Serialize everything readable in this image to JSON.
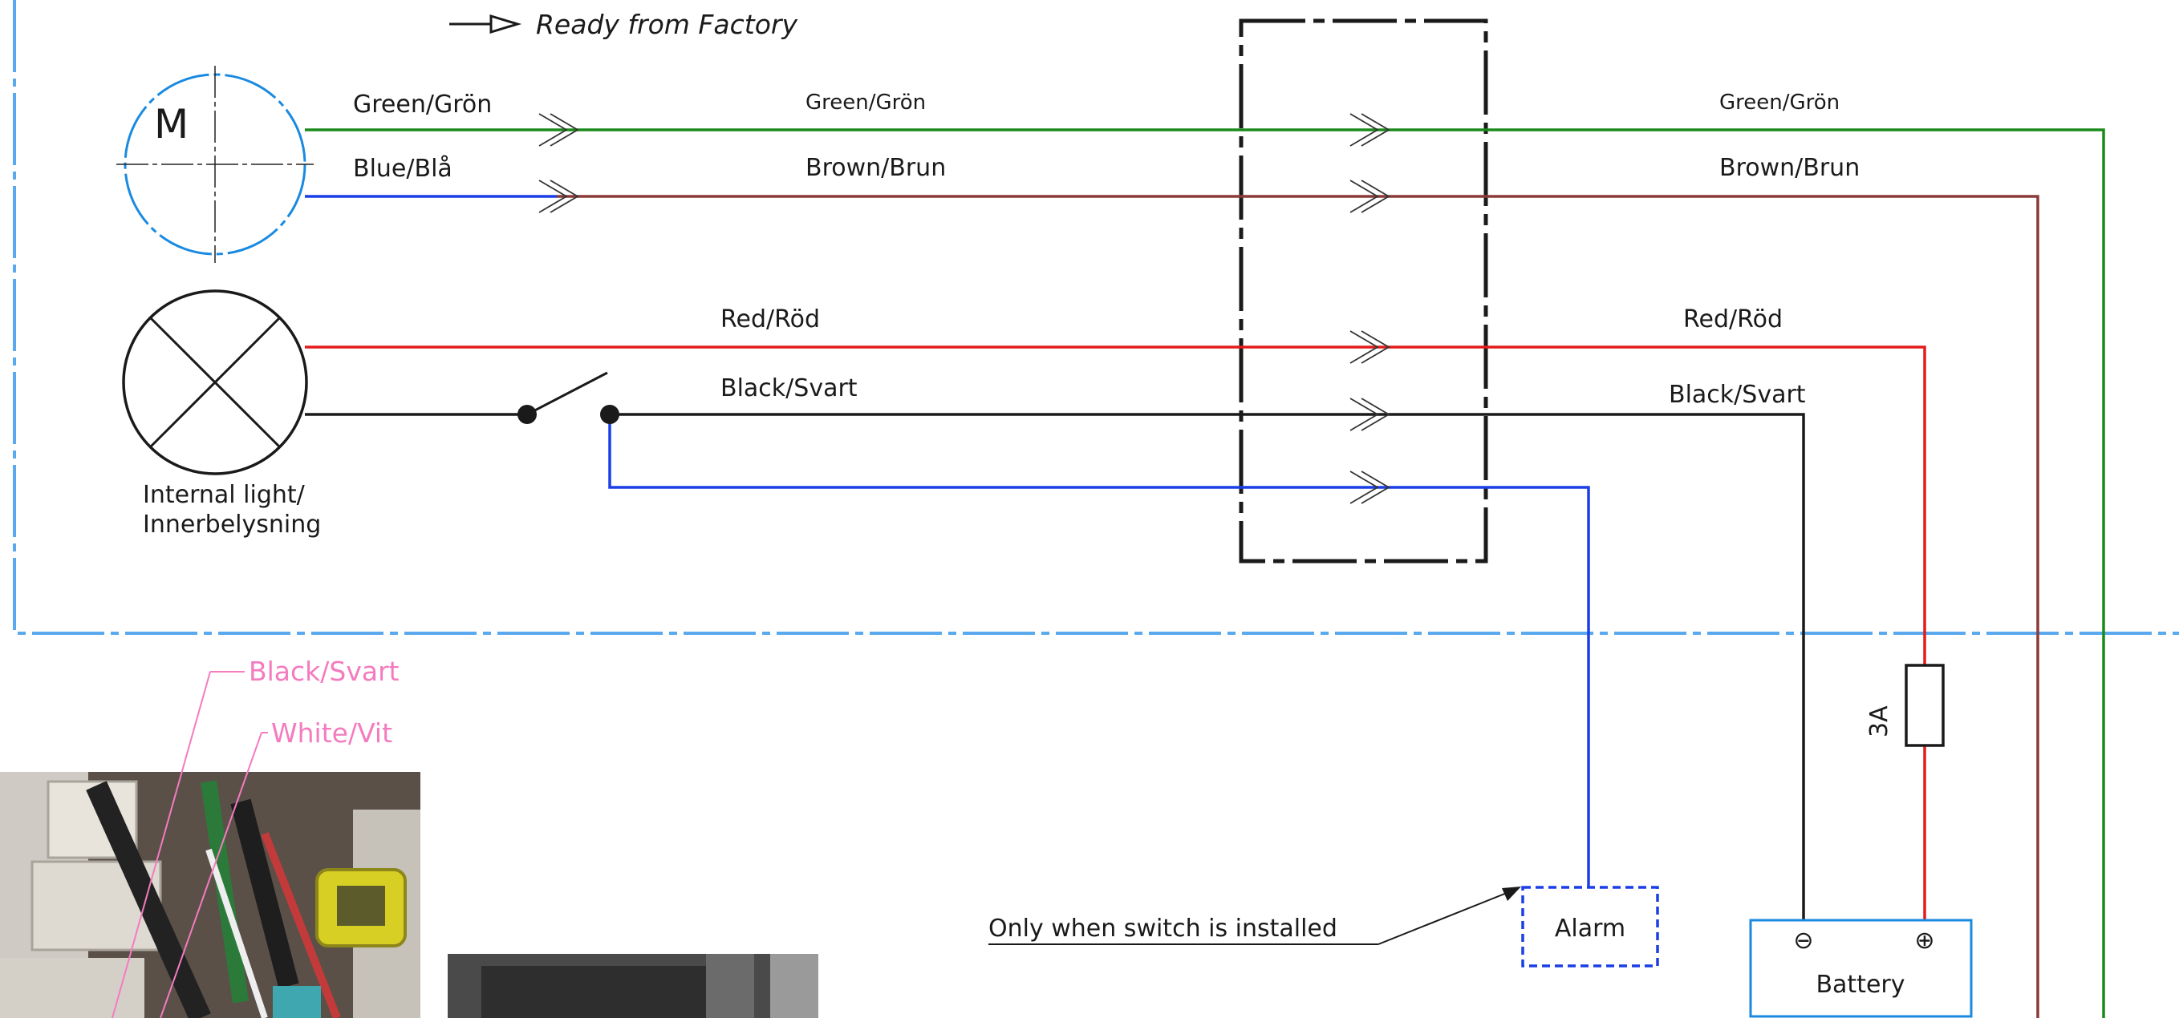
{
  "legend": {
    "factory_label": "Ready from Factory"
  },
  "motor": {
    "symbol": "M"
  },
  "wires": {
    "motor_green_left": "Green/Grön",
    "motor_blue_left": "Blue/Blå",
    "green_mid": "Green/Grön",
    "brown_mid": "Brown/Brun",
    "green_right": "Green/Grön",
    "brown_right": "Brown/Brun",
    "red_mid": "Red/Röd",
    "black_mid": "Black/Svart",
    "red_right": "Red/Röd",
    "black_right": "Black/Svart"
  },
  "lamp": {
    "label_line1": "Internal light/",
    "label_line2": "Innerbelysning"
  },
  "fuse": {
    "rating": "3A"
  },
  "alarm": {
    "label": "Alarm",
    "note": "Only when switch is installed"
  },
  "battery": {
    "label": "Battery",
    "negative": "⊖",
    "positive": "⊕"
  },
  "photo_callouts": {
    "black": "Black/Svart",
    "white": "White/Vit"
  },
  "colors": {
    "green": "#1a8a1a",
    "blue": "#1a3fe6",
    "brown": "#8b3a3a",
    "red": "#e31b1b",
    "black": "#1a1a1a",
    "zone": "#5aa9ee",
    "callout_pink": "#f47bbf"
  }
}
